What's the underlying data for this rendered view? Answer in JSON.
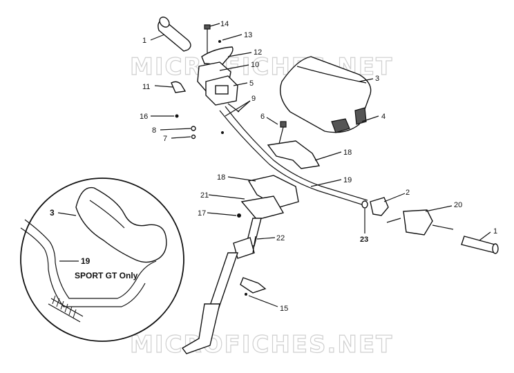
{
  "watermarks": {
    "top": "MICROFICHES.NET",
    "bottom": "MICROFICHES.NET"
  },
  "callouts": {
    "c1_left": "1",
    "c14": "14",
    "c13": "13",
    "c12": "12",
    "c10": "10",
    "c11": "11",
    "c5": "5",
    "c9": "9",
    "c16": "16",
    "c8": "8",
    "c7": "7",
    "c3_top": "3",
    "c4": "4",
    "c6": "6",
    "c18_top": "18",
    "c18_mid": "18",
    "c19": "19",
    "c2": "2",
    "c21": "21",
    "c20": "20",
    "c17": "17",
    "c23": "23",
    "c22": "22",
    "c1_right": "1",
    "c15": "15"
  },
  "inset": {
    "c3": "3",
    "c19": "19",
    "note": "SPORT GT Only"
  }
}
